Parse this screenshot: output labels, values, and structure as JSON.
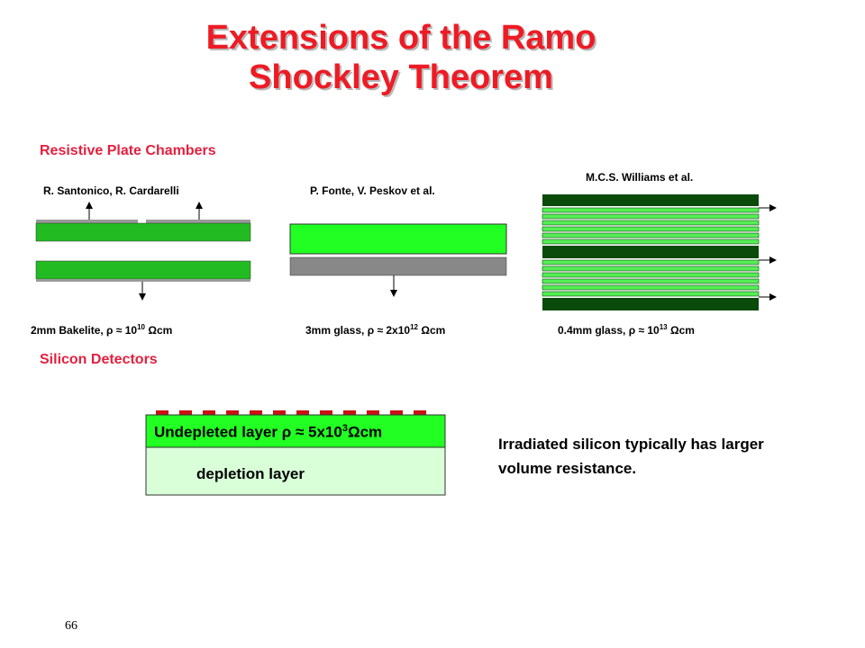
{
  "title": {
    "line1": "Extensions of the Ramo",
    "line2": "Shockley Theorem"
  },
  "rpc": {
    "heading": "Resistive Plate Chambers",
    "panels": [
      {
        "author": "R. Santonico, R. Cardarelli",
        "caption_pre": "2mm Bakelite, ρ ≈ 10",
        "caption_exp": "10",
        "caption_post": " Ωcm"
      },
      {
        "author": "P. Fonte, V. Peskov et al.",
        "caption_pre": "3mm glass, ρ ≈ 2x10",
        "caption_exp": "12",
        "caption_post": " Ωcm"
      },
      {
        "author": "M.C.S. Williams  et al.",
        "caption_pre": "0.4mm glass, ρ ≈ 10",
        "caption_exp": "13",
        "caption_post": " Ωcm"
      }
    ]
  },
  "silicon": {
    "heading": "Silicon Detectors",
    "undepleted_pre": "Undepleted layer ρ ≈  5x10",
    "undepleted_exp": "3",
    "undepleted_post": "Ωcm",
    "depletion": "depletion layer",
    "note": "Irradiated silicon typically has larger volume resistance."
  },
  "page_number": "66",
  "colors": {
    "title": "#ee1b24",
    "heading": "#e3203f",
    "green": "#22bb22",
    "bright_green": "#22ff22",
    "dark_green": "#0a4a0a",
    "gray": "#888888",
    "strip_red": "#cc1111",
    "depletion_fill": "#d8ffd8"
  }
}
